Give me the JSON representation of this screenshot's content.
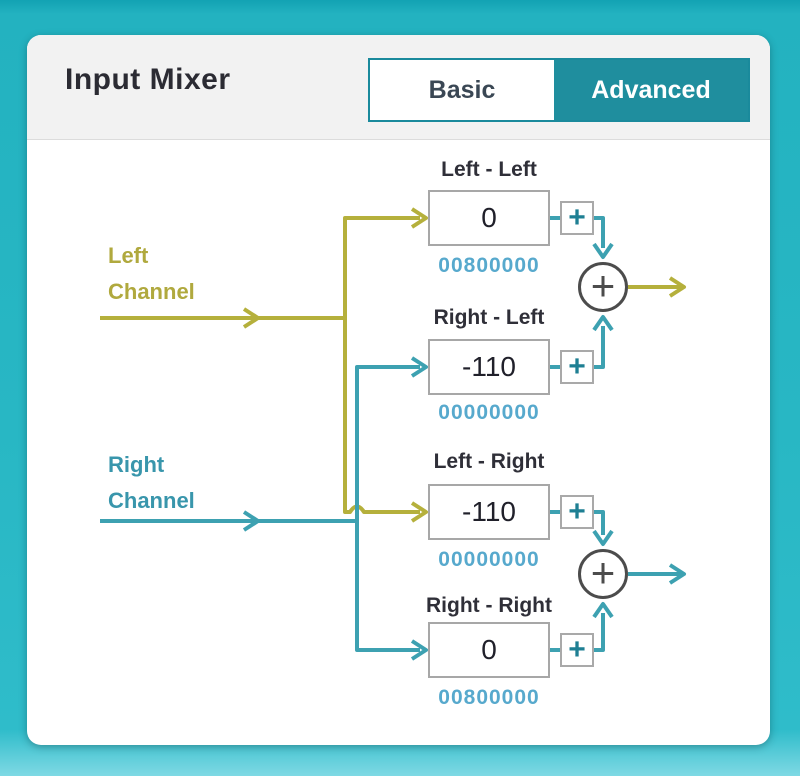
{
  "header": {
    "title": "Input Mixer"
  },
  "tabs": [
    {
      "label": "Basic",
      "active": false
    },
    {
      "label": "Advanced",
      "active": true
    }
  ],
  "channels": {
    "left": {
      "name_line1": "Left",
      "name_line2": "Channel"
    },
    "right": {
      "name_line1": "Right",
      "name_line2": "Channel"
    }
  },
  "mixer_blocks": [
    {
      "label": "Left - Left",
      "value": "0",
      "hex": "00800000"
    },
    {
      "label": "Right - Left",
      "value": "-110",
      "hex": "00000000"
    },
    {
      "label": "Left - Right",
      "value": "-110",
      "hex": "00000000"
    },
    {
      "label": "Right - Right",
      "value": "0",
      "hex": "00800000"
    }
  ],
  "controls": {
    "plus_button_label": "+",
    "sum_symbol": "+"
  },
  "colors": {
    "background_teal": "#27b6c3",
    "accent_teal_dark": "#1f8e9e",
    "header_gray": "#f2f2f2",
    "wire_olive": "#b5b03c",
    "wire_teal": "#3da1b1",
    "hex_text": "#57a9cd",
    "sum_circle": "#4c4c4c"
  }
}
